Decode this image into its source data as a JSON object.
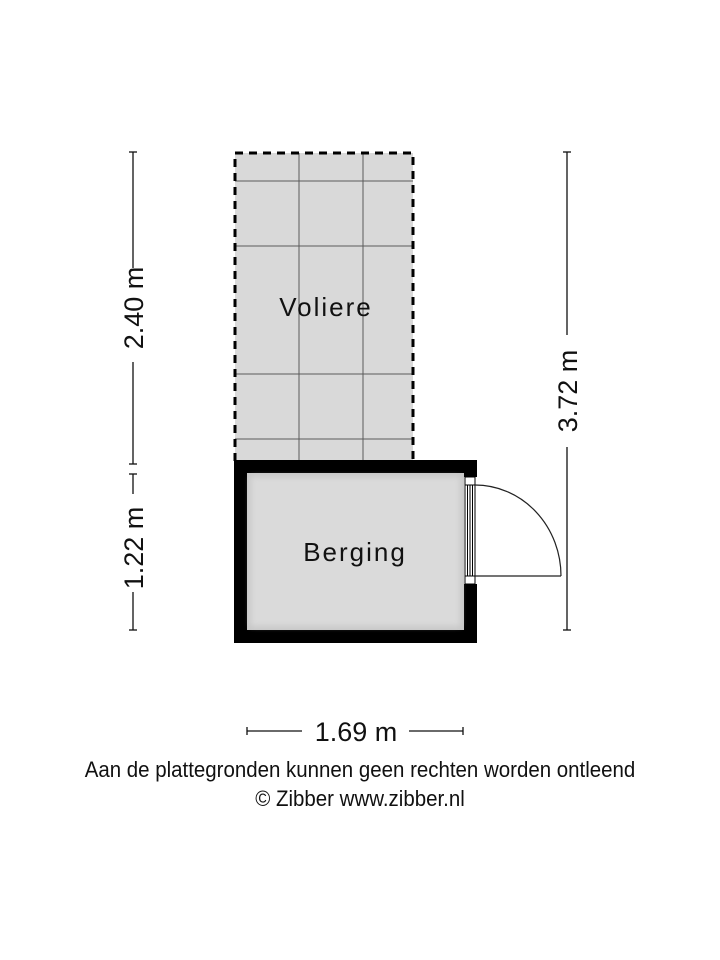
{
  "rooms": [
    {
      "name": "Voliere",
      "style": "dashed-outline-outdoor"
    },
    {
      "name": "Berging",
      "style": "solid-walls"
    }
  ],
  "dimensions": {
    "left_upper": "2.40 m",
    "left_lower": "1.22 m",
    "right_total": "3.72 m",
    "bottom_width": "1.69 m"
  },
  "footer": {
    "disclaimer": "Aan de plattegronden kunnen geen rechten worden ontleend",
    "copyright": "© Zibber www.zibber.nl"
  },
  "colors": {
    "floor_fill": "#d9d9d9",
    "wall": "#000000",
    "grid_line": "#555555",
    "background": "#ffffff"
  }
}
